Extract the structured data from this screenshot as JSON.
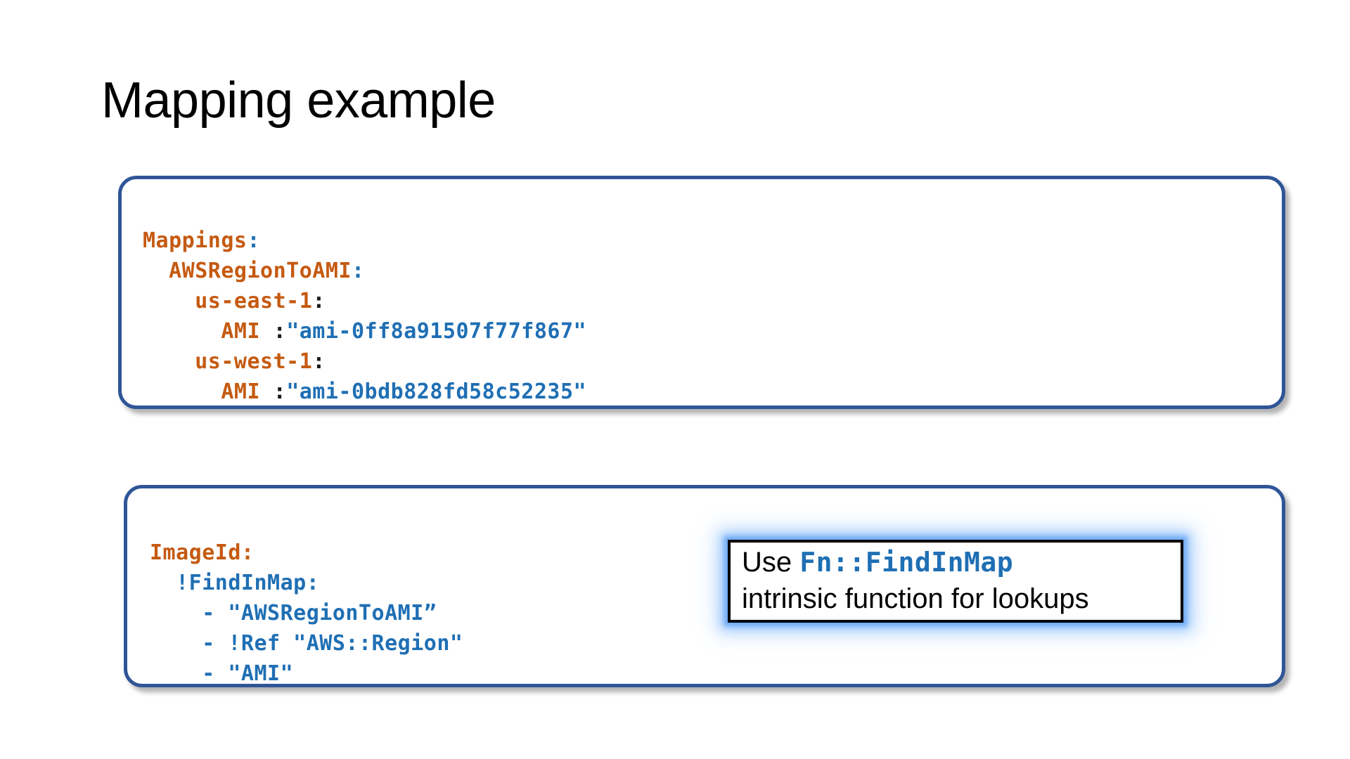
{
  "slide": {
    "title": "Mapping example",
    "theme": {
      "background": "#FFFFFF",
      "panel_border": "#2F5597",
      "code_key_color": "#C55A11",
      "code_value_color": "#1F6FB4",
      "callout_border": "#000000",
      "callout_glow": "#8CBEFA",
      "title_color": "#000000"
    }
  },
  "panels": [
    {
      "id": "mappings-panel",
      "lines": [
        {
          "indent": 0,
          "key": "Mappings",
          "colon": ":",
          "colon_color": "blue"
        },
        {
          "indent": 1,
          "key": "AWSRegionToAMI",
          "colon": ":",
          "colon_color": "blue"
        },
        {
          "indent": 2,
          "key": "us-east-1",
          "colon": ":",
          "colon_color": "dark"
        },
        {
          "indent": 3,
          "key": "AMI",
          "colon": " :",
          "colon_color": "dark",
          "value": "\"ami-0ff8a91507f77f867\""
        },
        {
          "indent": 2,
          "key": "us-west-1",
          "colon": ":",
          "colon_color": "dark"
        },
        {
          "indent": 3,
          "key": "AMI",
          "colon": " :",
          "colon_color": "dark",
          "value": "\"ami-0bdb828fd58c52235\""
        }
      ]
    },
    {
      "id": "imageid-panel",
      "lines": [
        {
          "indent": 0,
          "key": "ImageId",
          "colon": ":",
          "colon_color": "dark"
        },
        {
          "indent": 1,
          "value": "!FindInMap:"
        },
        {
          "indent": 2,
          "dash": "- ",
          "value": "\"AWSRegionToAMI”"
        },
        {
          "indent": 2,
          "dash": "- ",
          "value": "!Ref \"AWS::Region\""
        },
        {
          "indent": 2,
          "dash": "- ",
          "value": "\"AMI\""
        }
      ]
    }
  ],
  "callout": {
    "line1_prefix": "Use ",
    "line1_code": "Fn::FindInMap",
    "line2": "intrinsic function for lookups"
  }
}
